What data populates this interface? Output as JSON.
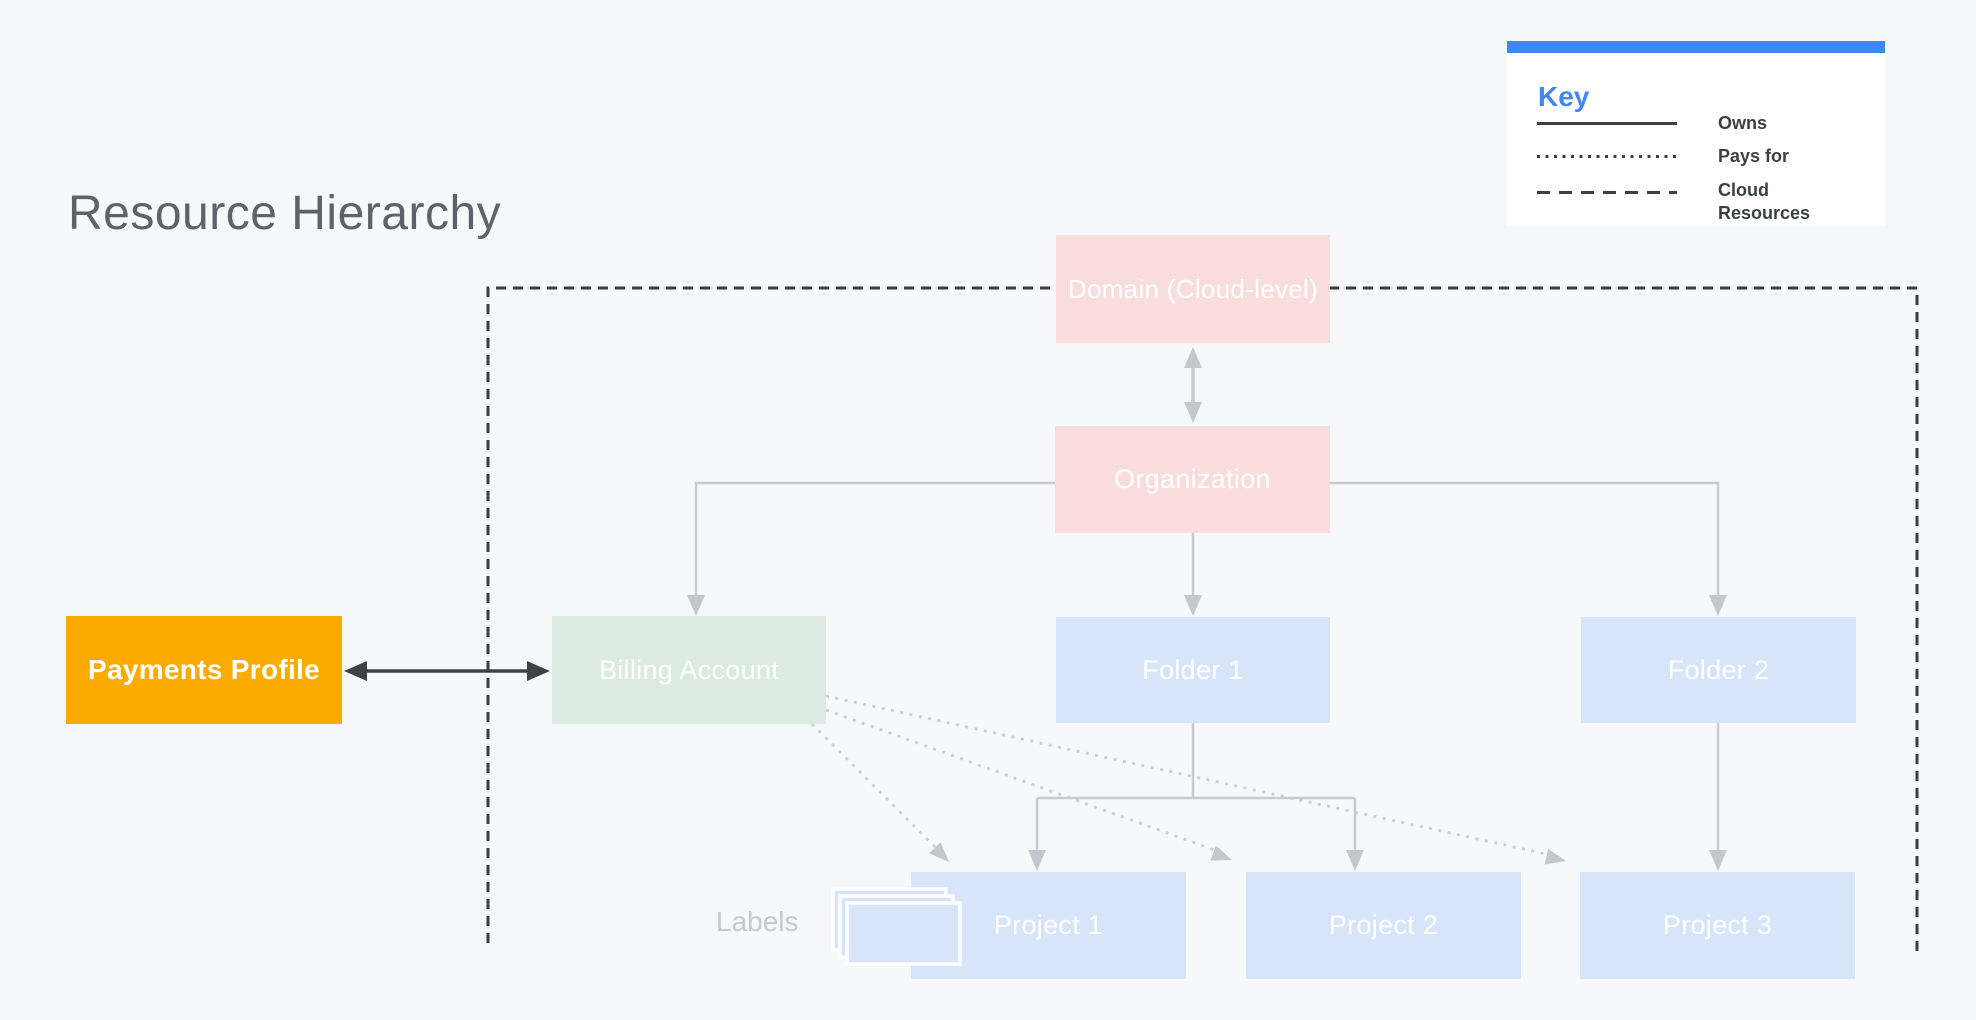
{
  "page": {
    "title": "Resource Hierarchy"
  },
  "key": {
    "title": "Key",
    "items": [
      {
        "style": "solid",
        "label": "Owns"
      },
      {
        "style": "dotted",
        "label": "Pays for"
      },
      {
        "style": "dashed",
        "label": "Cloud Resources"
      }
    ]
  },
  "nodes": {
    "domain": {
      "label": "Domain (Cloud-level)",
      "color": "#f9dddc"
    },
    "organization": {
      "label": "Organization",
      "color": "#f9dddc"
    },
    "billing_account": {
      "label": "Billing Account",
      "color": "#dcebe1"
    },
    "payments_profile": {
      "label": "Payments Profile",
      "color": "#f9ab00"
    },
    "folder_1": {
      "label": "Folder 1",
      "color": "#d7e4f9"
    },
    "folder_2": {
      "label": "Folder 2",
      "color": "#d7e4f9"
    },
    "project_1": {
      "label": "Project 1",
      "color": "#d7e4f9"
    },
    "project_2": {
      "label": "Project 2",
      "color": "#d7e4f9"
    },
    "project_3": {
      "label": "Project 3",
      "color": "#d7e4f9"
    }
  },
  "annotations": {
    "labels_caption": "Labels"
  },
  "icons": {
    "labels_stack": "stacked-cards-icon"
  },
  "colors": {
    "canvas_background": "#f7f8fa",
    "key_accent_blue": "#4285f4",
    "owns_line": "#3f4245",
    "pays_for_line": "#caccd0",
    "cloud_boundary_dash": "#3a3d40",
    "tree_connector": "#c8cbce",
    "title_text": "#5f6368",
    "muted_caption": "#c5c9cc"
  }
}
